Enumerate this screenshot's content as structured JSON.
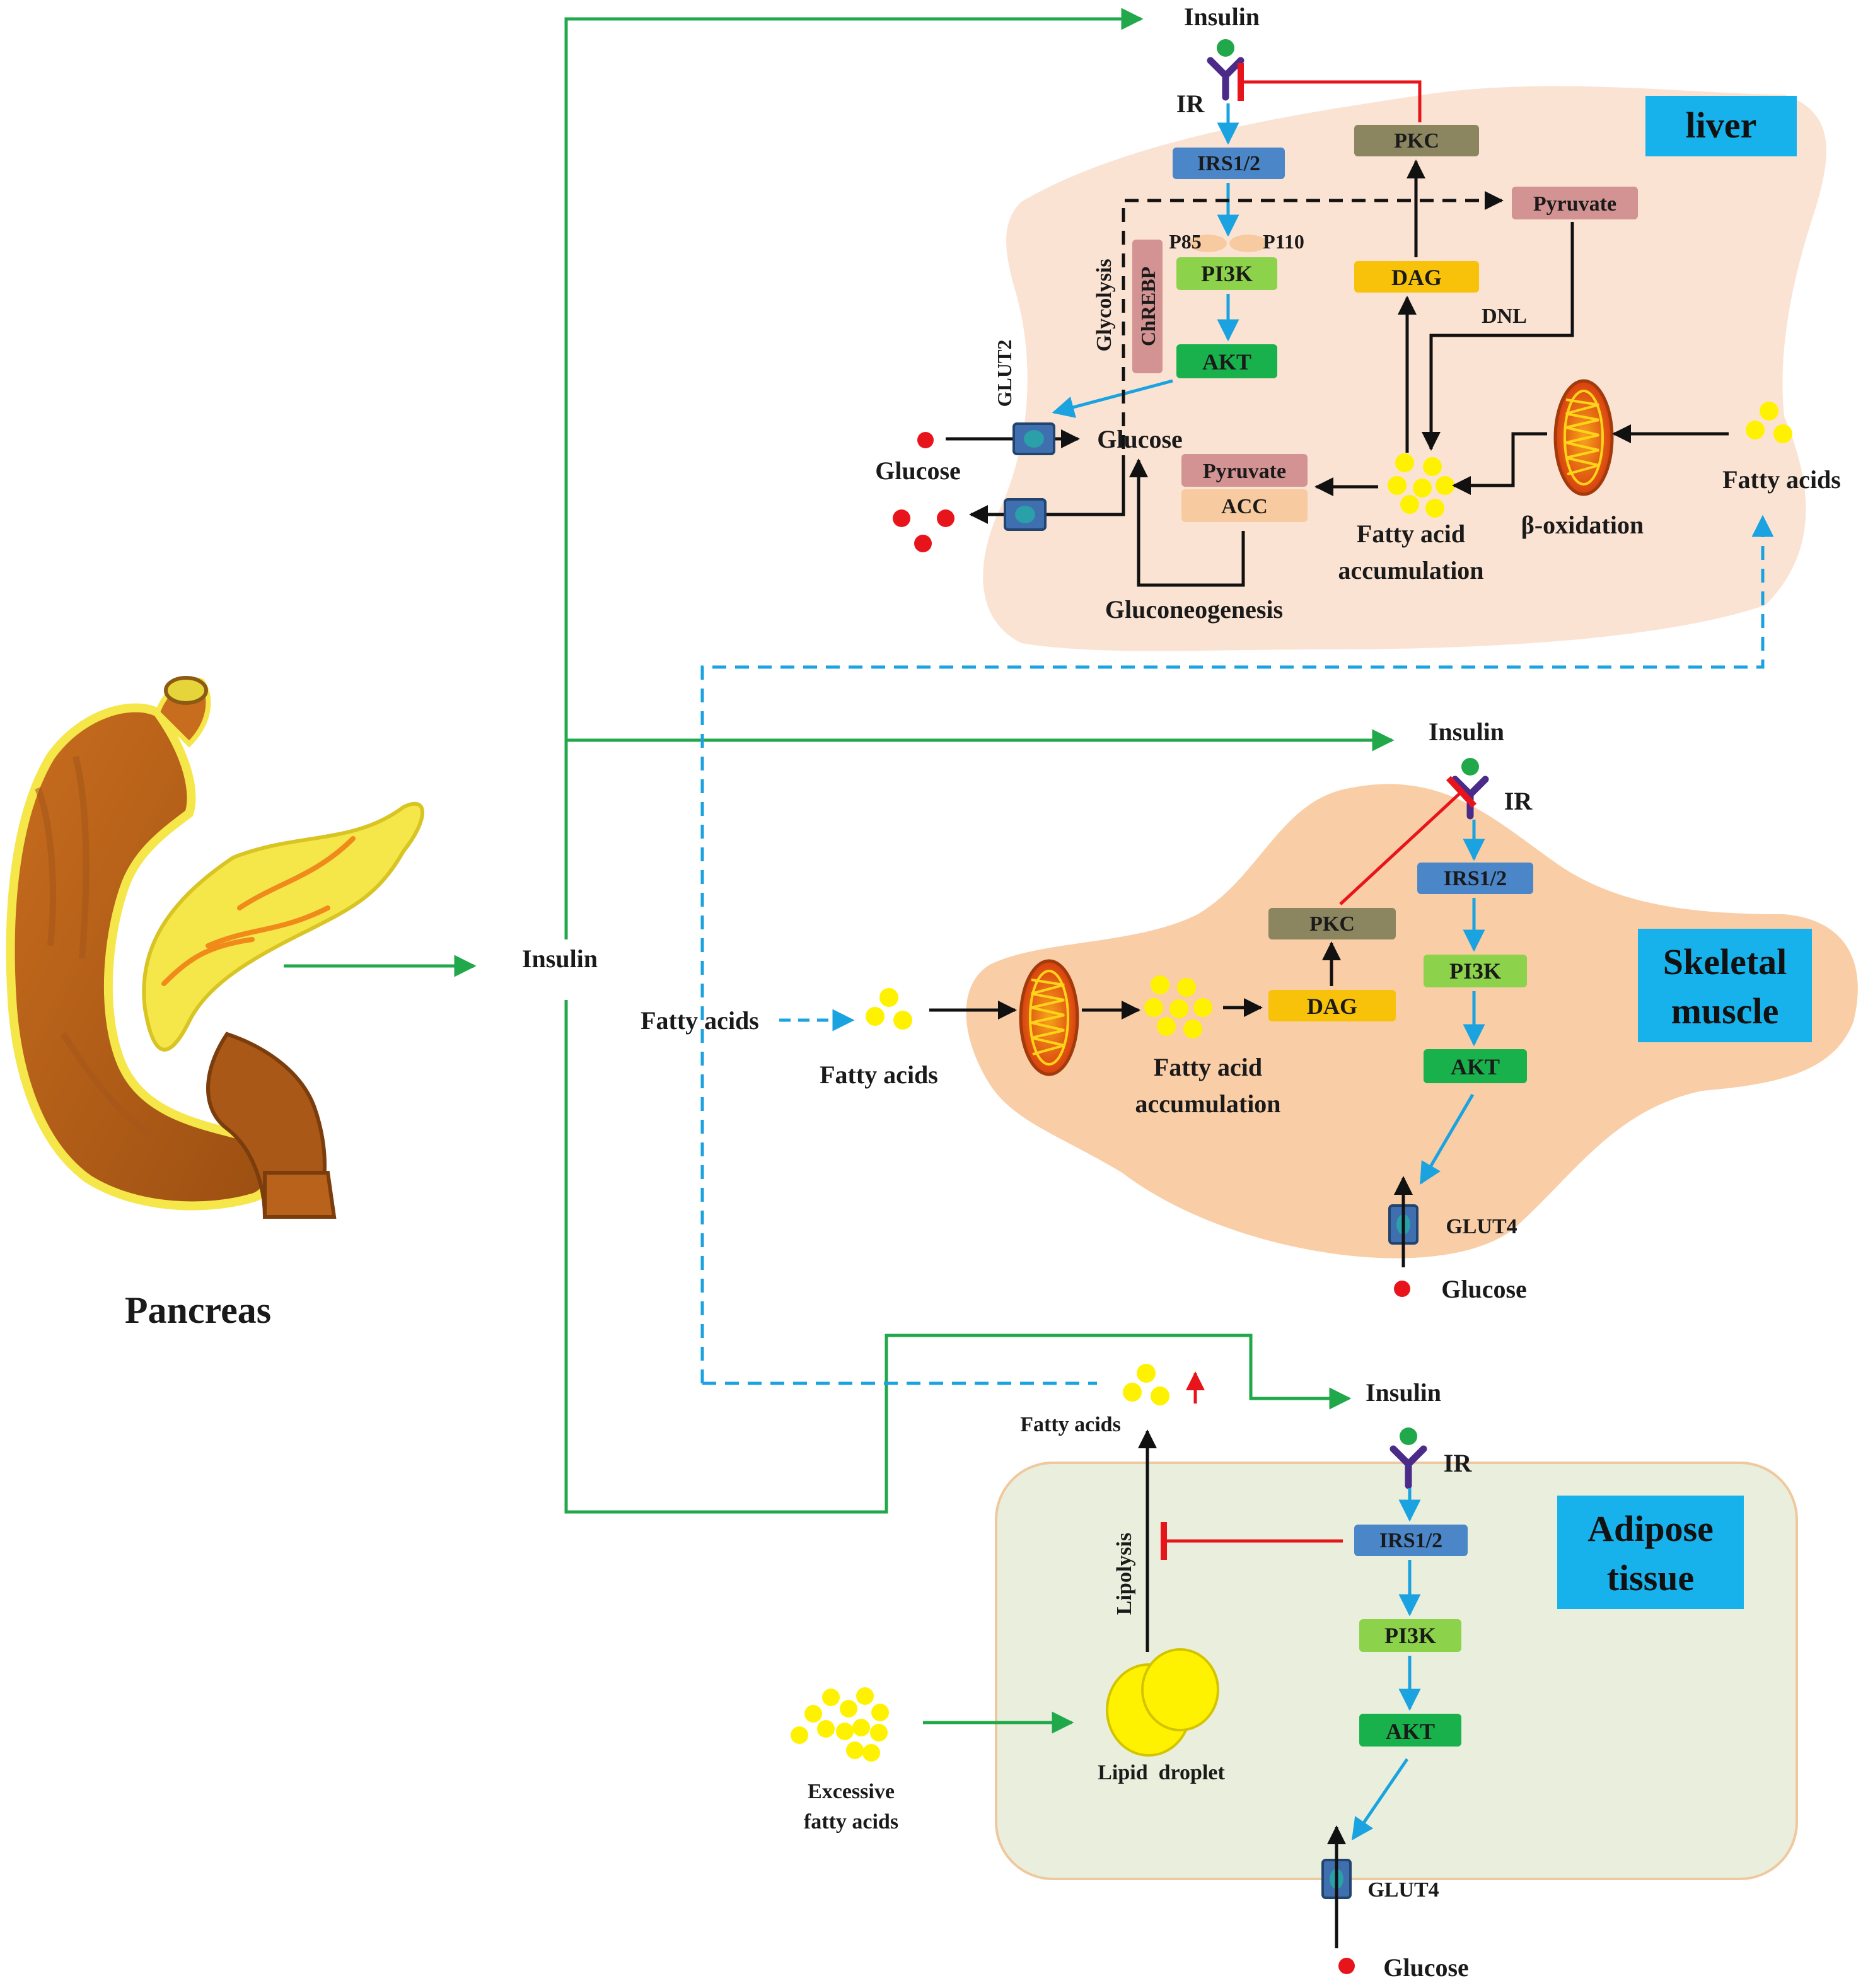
{
  "colors": {
    "insulin_path": "#21a84a",
    "signal_path": "#1aa3e0",
    "inhibition": "#e8141c",
    "liver_bg": "#fbe3d3",
    "muscle_bg": "#f9cda6",
    "adipose_bg": "#e9efdc",
    "tissue_label_bg": "#17b2ec",
    "irs_box": "#4a86c8",
    "pi3k_box": "#8cd24a",
    "akt_box": "#18b14c",
    "pkc_box": "#8b8560",
    "dag_box": "#f8c10a",
    "pyruvate_box": "#d49393",
    "acc_box": "#f8caa0",
    "chrebp_box": "#d49393",
    "fatty_acid_dot": "#fff200",
    "glucose_dot": "#e8141c",
    "insulin_dot": "#21a84a"
  },
  "pancreas": {
    "label": "Pancreas",
    "icon": "pancreas-illustration"
  },
  "central": {
    "insulin_label": "Insulin",
    "fatty_acids_label": "Fatty acids"
  },
  "liver": {
    "tissue_label": "liver",
    "insulin": "Insulin",
    "ir": "IR",
    "irs": "IRS1/2",
    "p85": "P85",
    "p110": "P110",
    "pi3k": "PI3K",
    "akt": "AKT",
    "pkc": "PKC",
    "dag": "DAG",
    "dnl": "DNL",
    "pyruvate_top": "Pyruvate",
    "pyruvate": "Pyruvate",
    "acc": "ACC",
    "chrebp": "ChREBP",
    "glycolysis": "Glycolysis",
    "glut2": "GLUT2",
    "glucose_in": "Glucose",
    "glucose_out": "Glucose",
    "gluconeogenesis": "Gluconeogenesis",
    "fa_accum_1": "Fatty acid",
    "fa_accum_2": "accumulation",
    "beta_oxidation": "β-oxidation",
    "fatty_acids": "Fatty acids"
  },
  "muscle": {
    "tissue_label_1": "Skeletal",
    "tissue_label_2": "muscle",
    "insulin": "Insulin",
    "ir": "IR",
    "irs": "IRS1/2",
    "pi3k": "PI3K",
    "akt": "AKT",
    "pkc": "PKC",
    "dag": "DAG",
    "fatty_acids": "Fatty acids",
    "fa_accum_1": "Fatty acid",
    "fa_accum_2": "accumulation",
    "glut4": "GLUT4",
    "glucose": "Glucose"
  },
  "adipose": {
    "tissue_label_1": "Adipose",
    "tissue_label_2": "tissue",
    "insulin": "Insulin",
    "ir": "IR",
    "irs": "IRS1/2",
    "pi3k": "PI3K",
    "akt": "AKT",
    "fatty_acids": "Fatty acids",
    "lipolysis": "Lipolysis",
    "lipid_droplet": "Lipid  droplet",
    "excess_1": "Excessive",
    "excess_2": "fatty acids",
    "glut4": "GLUT4",
    "glucose": "Glucose"
  }
}
